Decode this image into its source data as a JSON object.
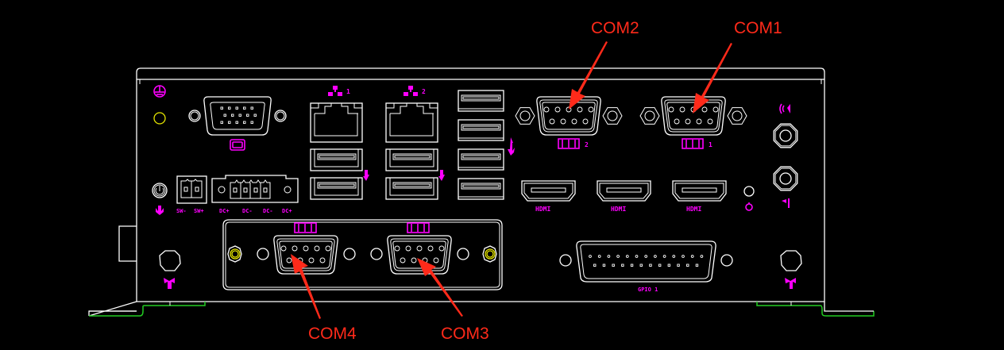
{
  "callouts": [
    {
      "id": "com1",
      "label": "COM1"
    },
    {
      "id": "com2",
      "label": "COM2"
    },
    {
      "id": "com3",
      "label": "COM3"
    },
    {
      "id": "com4",
      "label": "COM4"
    }
  ],
  "port_labels": {
    "lan1_num": "1",
    "lan2_num": "2",
    "com2_num": "2",
    "com1_num": "1",
    "hdmi": [
      "HDMI",
      "HDMI",
      "HDMI"
    ],
    "dc_terminal": [
      "SW-",
      "SW+",
      "DC+",
      "DC-",
      "DC-",
      "DC+"
    ],
    "gpio": "GPIO 1"
  },
  "colors": {
    "background": "#000000",
    "outline": "#ffffff",
    "symbol": "#ff00ff",
    "callout": "#ff2a1a",
    "bracket": "#22cc22",
    "screw": "#e6e600"
  }
}
